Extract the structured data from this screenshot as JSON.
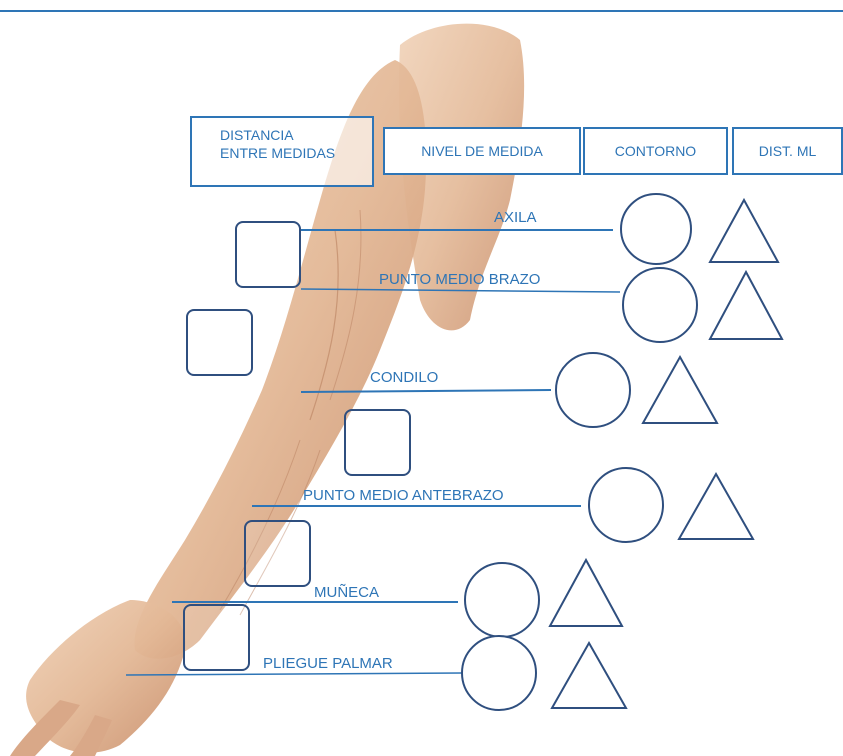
{
  "headers": {
    "distance": [
      "DISTANCIA",
      "ENTRE MEDIDAS"
    ],
    "level": "NIVEL DE MEDIDA",
    "contour": "CONTORNO",
    "ml_distance": "DIST. ML"
  },
  "levels": [
    {
      "label": "AXILA"
    },
    {
      "label": "PUNTO MEDIO BRAZO"
    },
    {
      "label": "CONDILO"
    },
    {
      "label": "PUNTO MEDIO ANTEBRAZO"
    },
    {
      "label": "MUÑECA"
    },
    {
      "label": "PLIEGUE PALMAR"
    }
  ],
  "colors": {
    "accent": "#2e75b6",
    "shape_stroke": "#2f4f7f",
    "skin": "#e8c3a4"
  }
}
